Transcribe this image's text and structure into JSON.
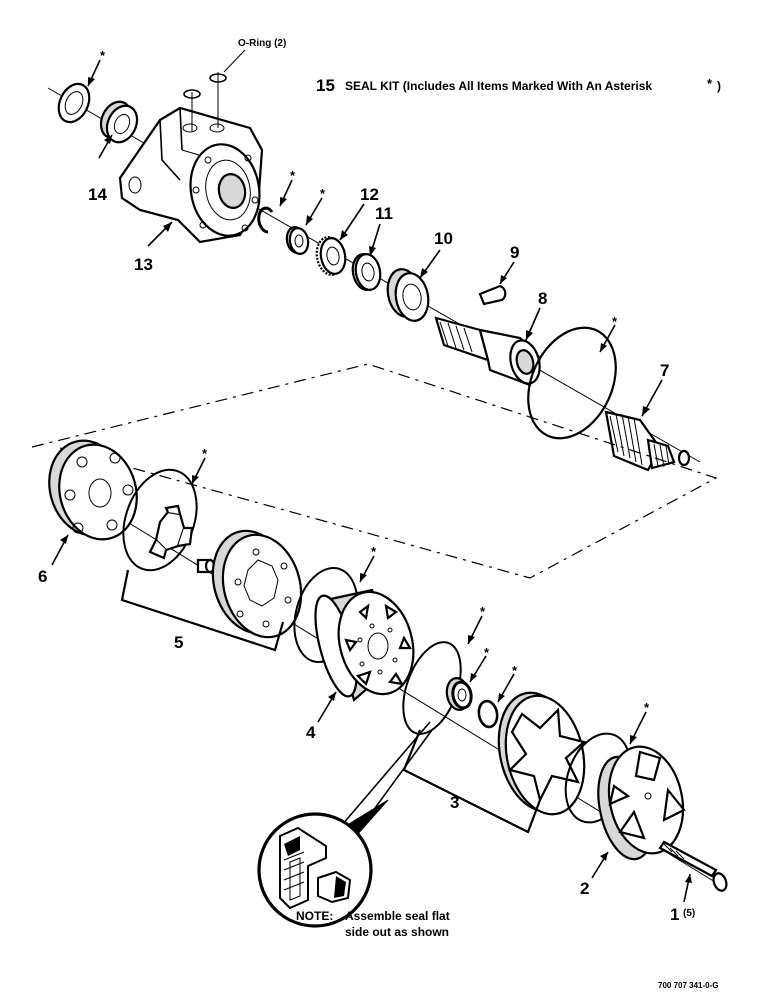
{
  "diagram": {
    "seal_kit": {
      "number": "15",
      "text": "SEAL KIT  (Includes All Items Marked With An Asterisk",
      "asterisk": "*",
      "close": ")"
    },
    "oring_label": "O-Ring (2)",
    "asterisk": "*",
    "callouts": {
      "c1": "1",
      "c1_qty": "(5)",
      "c2": "2",
      "c3": "3",
      "c4": "4",
      "c5": "5",
      "c6": "6",
      "c7": "7",
      "c8": "8",
      "c9": "9",
      "c10": "10",
      "c11": "11",
      "c12": "12",
      "c13": "13",
      "c14": "14"
    },
    "note": {
      "label": "NOTE:",
      "line1": "Assemble seal flat",
      "line2": "side out as shown"
    },
    "footer_code": "700 707 341-0-G"
  }
}
